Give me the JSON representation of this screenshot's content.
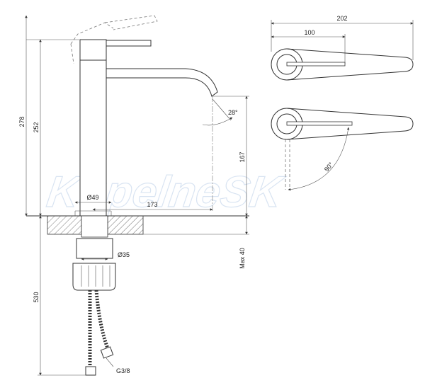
{
  "watermark": "KúpelneSK",
  "dimensions": {
    "total_height": "278",
    "body_height": "252",
    "spout_height": "167",
    "reach": "173",
    "base_diameter": "Ø49",
    "hole_diameter": "Ø35",
    "max_thickness": "Max 40",
    "hose_length": "530",
    "thread": "G3/8",
    "spout_angle": "28°",
    "top_width": "202",
    "top_handle": "100",
    "handle_rotation": "90°"
  }
}
